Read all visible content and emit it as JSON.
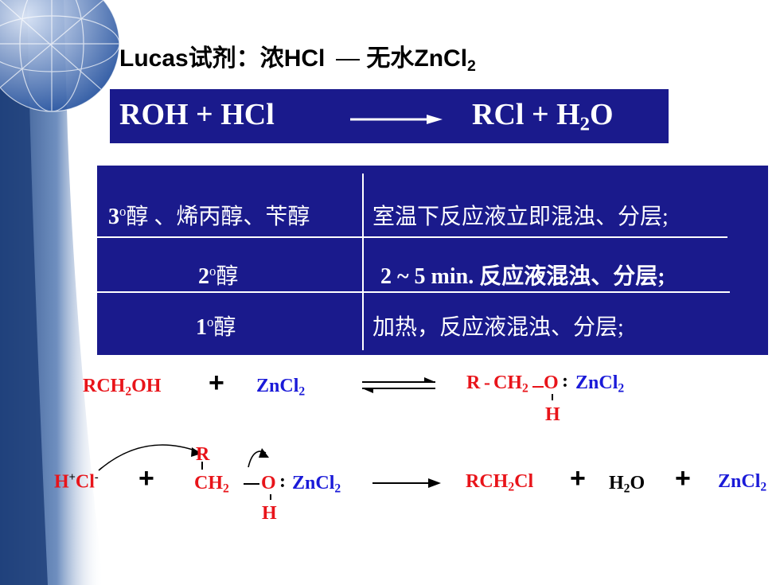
{
  "colors": {
    "accent": "#1a1a8c",
    "reactant_red": "#e8141a",
    "reagent_blue": "#1a1ad8"
  },
  "icons": {
    "decoration": "globe-icon"
  },
  "heading": {
    "prefix": "Lucas试剂：浓HCl",
    "suffix": "无水ZnCl",
    "suffix_sub": "2"
  },
  "equation": {
    "left": "ROH + HCl",
    "right_a": "RCl + H",
    "right_sub": "2",
    "right_b": "O"
  },
  "table": {
    "rows": [
      {
        "deg": "3",
        "name": "醇 、烯丙醇、苄醇",
        "desc": "室温下反应液立即混浊、分层;"
      },
      {
        "deg": "2",
        "name": "醇",
        "desc": "2 ~ 5 min. 反应液混浊、分层;"
      },
      {
        "deg": "1",
        "name": "醇",
        "desc": "加热，反应液混浊、分层;"
      }
    ],
    "degree_mark": "o"
  },
  "reaction1": {
    "rch2oh_a": "RCH",
    "rch2oh_sub": "2",
    "rch2oh_b": "OH",
    "plus": "+",
    "zncl_a": "ZnCl",
    "zncl_sub": "2",
    "prod_r": "R",
    "prod_dash": "-",
    "prod_ch": "CH",
    "prod_sub": "2",
    "prod_o": "O",
    "prod_colon": ":",
    "prod_zn": "ZnCl",
    "prod_zn_sub": "2",
    "prod_h": "H"
  },
  "reaction2": {
    "h": "H",
    "h_sup": "+",
    "cl": "Cl",
    "cl_sup": "-",
    "plus": "+",
    "r": "R",
    "ch": "CH",
    "ch_sub": "2",
    "o": "O",
    "colon": ":",
    "zn": "ZnCl",
    "zn_sub": "2",
    "h_below": "H",
    "p1_a": "RCH",
    "p1_sub": "2",
    "p1_b": "Cl",
    "plus2": "+",
    "p2_a": "H",
    "p2_sub": "2",
    "p2_b": "O",
    "plus3": "+",
    "p3_a": "ZnCl",
    "p3_sub": "2"
  }
}
